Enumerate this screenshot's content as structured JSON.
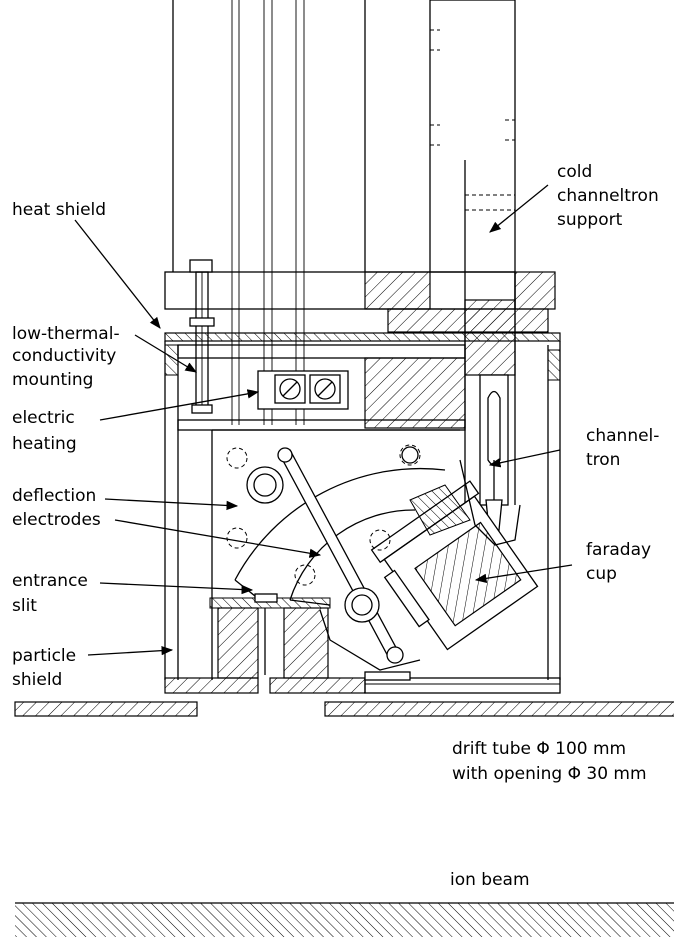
{
  "labels": {
    "heat_shield": "heat shield",
    "low_thermal_1": "low-thermal-",
    "low_thermal_2": "conductivity",
    "low_thermal_3": "mounting",
    "electric_1": "electric",
    "electric_2": "heating",
    "deflection_1": "deflection",
    "deflection_2": "electrodes",
    "entrance_1": "entrance",
    "entrance_2": "slit",
    "particle_1": "particle",
    "particle_2": "shield",
    "cold_1": "cold",
    "cold_2": "channeltron",
    "cold_3": "support",
    "channel_1": "channel-",
    "channel_2": "tron",
    "faraday_1": "faraday",
    "faraday_2": "cup",
    "drift_1": "drift tube Φ 100 mm",
    "drift_2": "with opening Φ 30 mm",
    "ion_beam": "ion beam"
  }
}
